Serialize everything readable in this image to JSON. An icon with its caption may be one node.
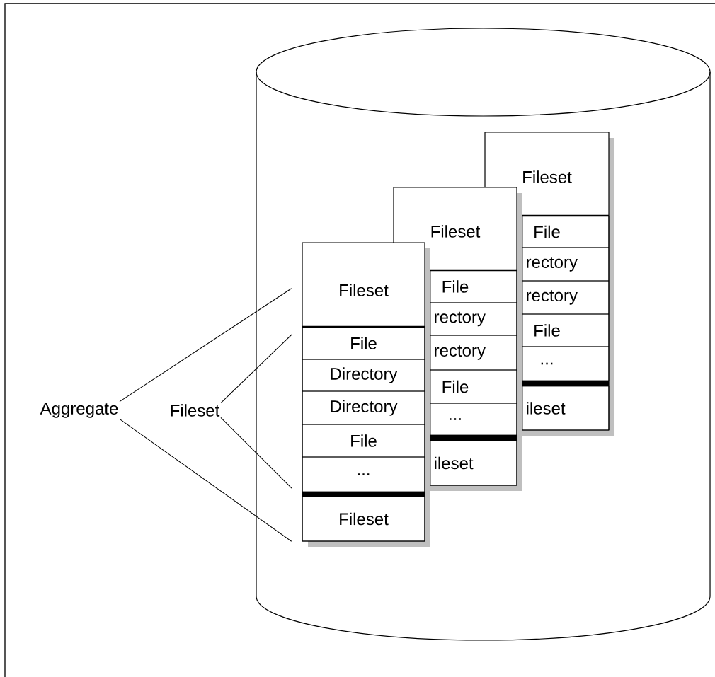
{
  "diagram": {
    "nodes": [
      {
        "text": [],
        "shape": "cylinder"
      },
      {
        "text": [],
        "shape": "box",
        "in": 0
      },
      {
        "text": [
          "Fileset"
        ],
        "in": 1
      },
      {
        "text": [
          "File"
        ],
        "in": 1
      },
      {
        "text": [
          "rectory"
        ],
        "in": 1
      },
      {
        "text": [
          "rectory"
        ],
        "in": 1
      },
      {
        "text": [
          "File"
        ],
        "in": 1
      },
      {
        "text": [
          "..."
        ],
        "in": 1
      },
      {
        "text": [
          "ileset"
        ],
        "in": 1
      },
      {
        "text": [],
        "shape": "box",
        "in": 0
      },
      {
        "text": [
          "Fileset"
        ],
        "in": 9
      },
      {
        "text": [
          "File"
        ],
        "in": 9
      },
      {
        "text": [
          "rectory"
        ],
        "in": 9
      },
      {
        "text": [
          "rectory"
        ],
        "in": 9
      },
      {
        "text": [
          "File"
        ],
        "in": 9
      },
      {
        "text": [
          "..."
        ],
        "in": 9
      },
      {
        "text": [
          "ileset"
        ],
        "in": 9
      },
      {
        "text": [],
        "shape": "box",
        "in": 0
      },
      {
        "text": [
          "Fileset"
        ],
        "in": 17
      },
      {
        "text": [
          "File"
        ],
        "in": 17
      },
      {
        "text": [
          "Directory"
        ],
        "in": 17
      },
      {
        "text": [
          "Directory"
        ],
        "in": 17
      },
      {
        "text": [
          "File"
        ],
        "in": 17
      },
      {
        "text": [
          "..."
        ],
        "in": 17
      },
      {
        "text": [
          "Fileset"
        ],
        "in": 17
      },
      {
        "text": [
          "Aggregate"
        ]
      },
      {
        "text": [
          "Fileset"
        ]
      }
    ],
    "edges": [
      {
        "from": 25,
        "to": 17,
        "arrow": "none"
      },
      {
        "from": 25,
        "to": 17,
        "arrow": "none"
      },
      {
        "from": 26,
        "to": null,
        "arrow": "none"
      },
      {
        "from": 26,
        "to": null,
        "arrow": "none"
      }
    ]
  }
}
